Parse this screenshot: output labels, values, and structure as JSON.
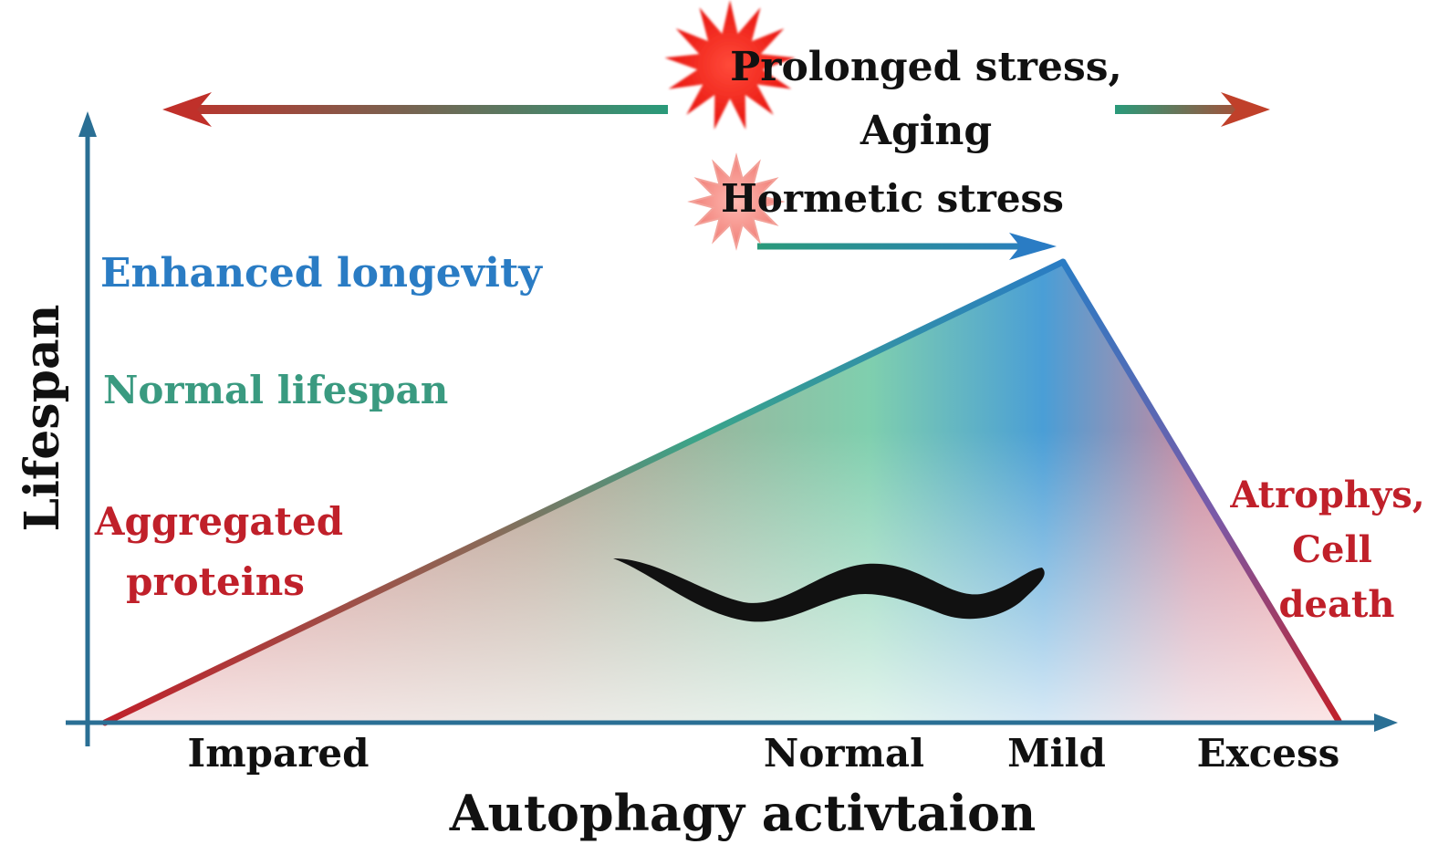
{
  "axes": {
    "x_title": "Autophagy activtaion",
    "y_title": "Lifespan",
    "x_ticks": [
      "Impared",
      "Normal",
      "Mild",
      "Excess"
    ]
  },
  "levels": {
    "enhanced": "Enhanced longevity",
    "normal": "Normal lifespan",
    "aggregated_line1": "Aggregated",
    "aggregated_line2": "proteins"
  },
  "outcome_right": {
    "line1": "Atrophys,",
    "line2": "Cell",
    "line3": "death"
  },
  "stress": {
    "prolonged_line1": "Prolonged stress,",
    "prolonged_line2": "Aging",
    "hormetic": "Hormetic stress"
  },
  "colors": {
    "red": "#c0202a",
    "teal": "#3a9a80",
    "blue": "#2a7cc4",
    "axis": "#2a6f94",
    "black": "#111111"
  },
  "icons": {
    "burst_large": "red-starburst-icon",
    "burst_small": "pink-starburst-icon",
    "worm": "c-elegans-worm-icon"
  }
}
